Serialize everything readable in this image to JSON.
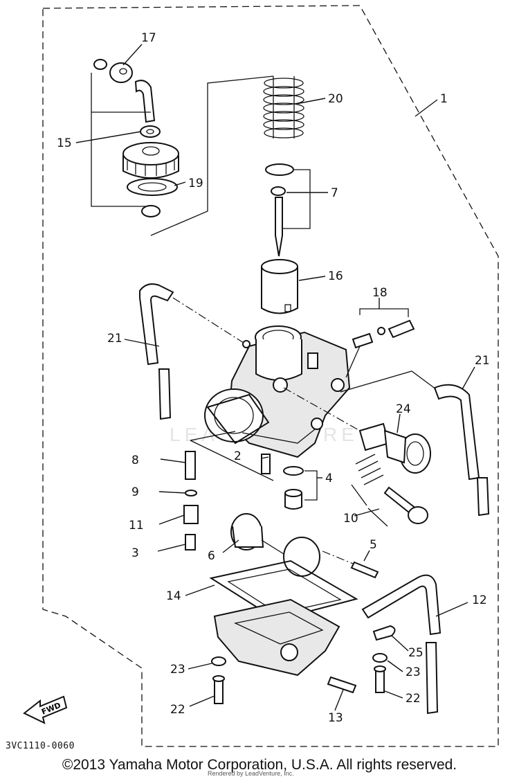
{
  "diagram": {
    "callouts": [
      "1",
      "2",
      "3",
      "4",
      "5",
      "6",
      "7",
      "8",
      "9",
      "10",
      "11",
      "12",
      "13",
      "14",
      "15",
      "16",
      "17",
      "18",
      "19",
      "20",
      "21",
      "21",
      "22",
      "22",
      "23",
      "23",
      "24",
      "25"
    ],
    "fwd_label": "FWD",
    "diagram_code": "3VC1110-0060",
    "watermark": "LEADVENTURE",
    "copyright": "©2013 Yamaha Motor Corporation, U.S.A. All rights reserved.",
    "rendered_by": "Rendered by LeadVenture, Inc."
  }
}
